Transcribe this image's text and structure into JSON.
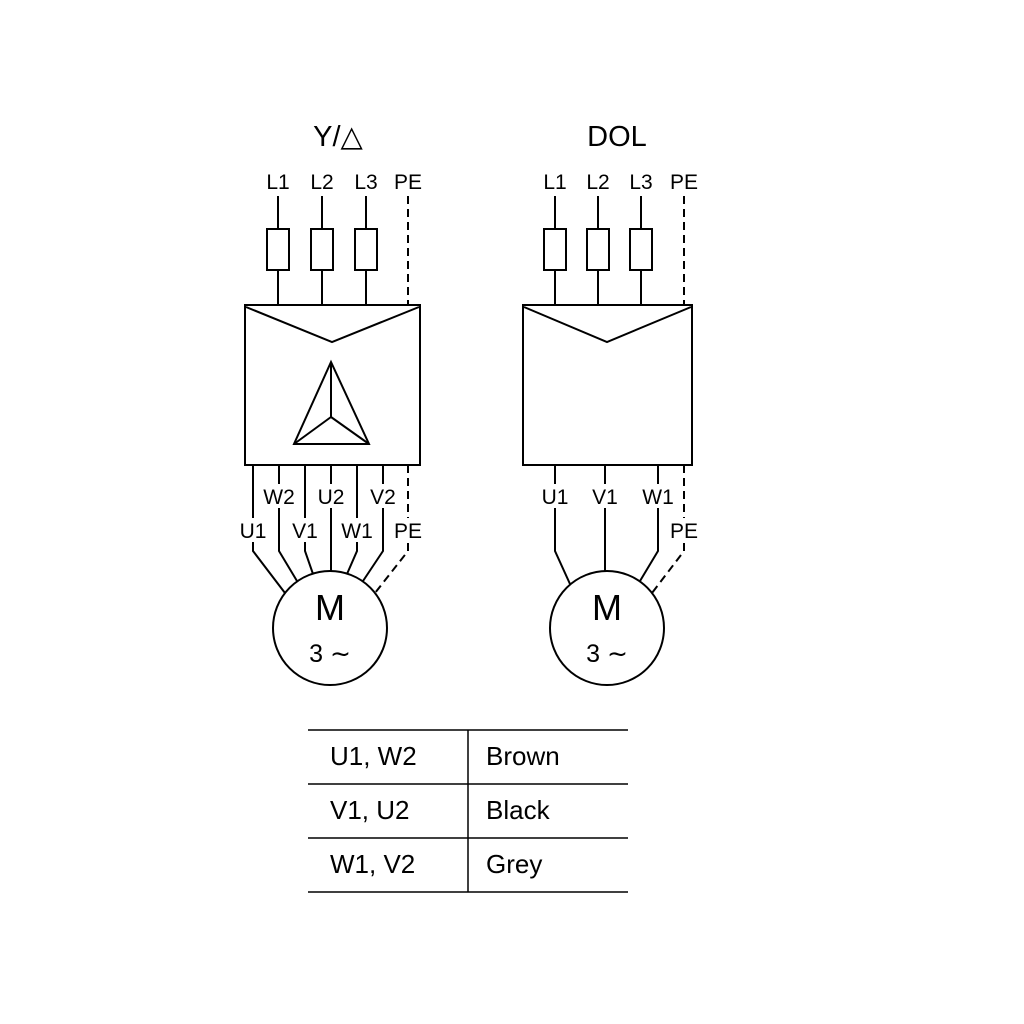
{
  "star_delta": {
    "title": "Y/△",
    "phases": [
      "L1",
      "L2",
      "L3"
    ],
    "pe_top": "PE",
    "outputs_row1": [
      "W2",
      "U2",
      "V2"
    ],
    "outputs_row2": [
      "U1",
      "V1",
      "W1"
    ],
    "pe_bottom": "PE",
    "motor": {
      "label": "M",
      "phase_text": "3 ∼"
    }
  },
  "dol": {
    "title": "DOL",
    "phases": [
      "L1",
      "L2",
      "L3"
    ],
    "pe_top": "PE",
    "outputs": [
      "U1",
      "V1",
      "W1"
    ],
    "pe_bottom": "PE",
    "motor": {
      "label": "M",
      "phase_text": "3 ∼"
    }
  },
  "wiring_table": {
    "rows": [
      {
        "terminals": "U1, W2",
        "color": "Brown"
      },
      {
        "terminals": "V1, U2",
        "color": "Black"
      },
      {
        "terminals": "W1, V2",
        "color": "Grey"
      }
    ]
  },
  "colors": {
    "line": "#000000",
    "background": "#ffffff"
  }
}
